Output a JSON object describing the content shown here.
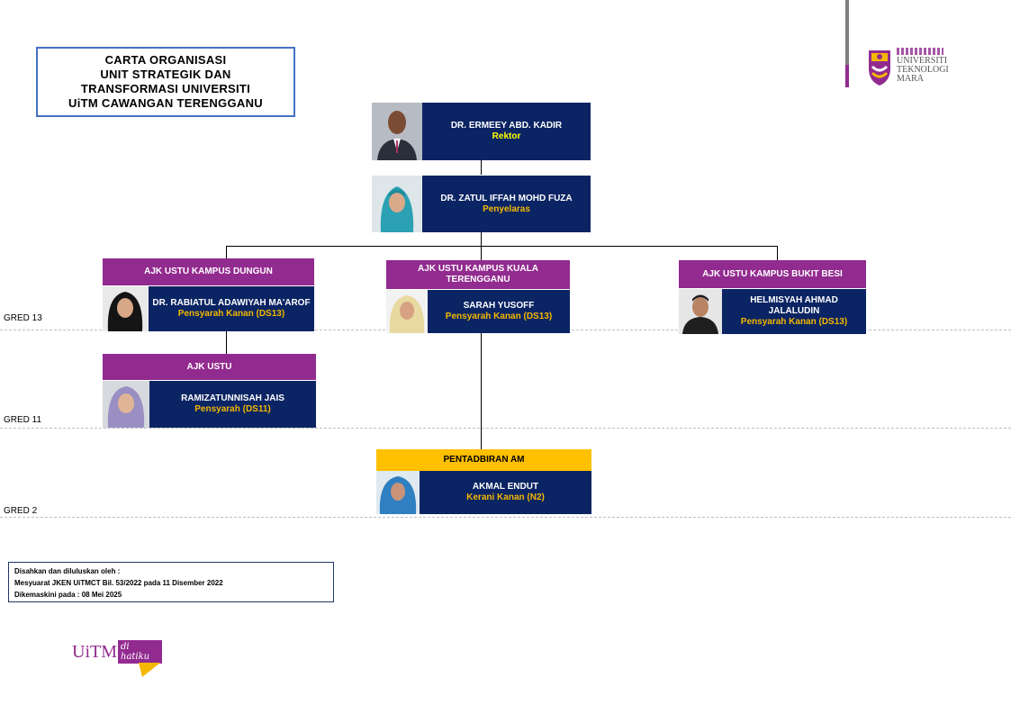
{
  "title": {
    "line1": "CARTA  ORGANISASI",
    "line2": "UNIT STRATEGIK  DAN",
    "line3": "TRANSFORMASI  UNIVERSITI",
    "line4": "UiTM CAWANGAN   TERENGGANU"
  },
  "logo": {
    "line1": "UNIVERSITI",
    "line2": "TEKNOLOGI",
    "line3": "MARA"
  },
  "grades": {
    "g13": "GRED  13",
    "g11": "GRED  11",
    "g2": "GRED  2"
  },
  "rektor": {
    "name": "DR. ERMEEY  ABD. KADIR",
    "position": "Rektor"
  },
  "penyelaras": {
    "name": "DR. ZATUL IFFAH MOHD FUZA",
    "position": "Penyelaras"
  },
  "dungun": {
    "header": "AJK USTU KAMPUS DUNGUN",
    "name": "DR. RABIATUL  ADAWIYAH MA'AROF",
    "position": "Pensyarah Kanan (DS13)"
  },
  "kuala": {
    "header": "AJK USTU KAMPUS KUALA TERENGGANU",
    "name": "SARAH YUSOFF",
    "position": "Pensyarah Kanan (DS13)"
  },
  "bukit": {
    "header": "AJK USTU KAMPUS BUKIT  BESI",
    "name": "HELMISYAH AHMAD JALALUDIN",
    "position": "Pensyarah Kanan (DS13)"
  },
  "ajk": {
    "header": "AJK USTU",
    "name": "RAMIZATUNNISAH JAIS",
    "position": "Pensyarah (DS11)"
  },
  "pentadbiran": {
    "header": "PENTADBIRAN  AM",
    "name": "AKMAL ENDUT",
    "position": "Kerani Kanan (N2)"
  },
  "approval": {
    "line1": "Disahkan dan diluluskan oleh :",
    "line2": "Mesyuarat  JKEN UiTMCT  Bil. 53/2022 pada 11 Disember 2022",
    "line3": "Dikemaskini pada :  08 Mei  2025"
  },
  "footer_logo": {
    "main": "UiTM",
    "script": "di hatiku"
  },
  "colors": {
    "navy": "#0b2463",
    "purple": "#922b8f",
    "gold": "#ffc000",
    "position_text": "#f5b800",
    "title_border": "#4472c4"
  },
  "icons": [
    "person-photo-icon",
    "uitm-crest-icon"
  ]
}
